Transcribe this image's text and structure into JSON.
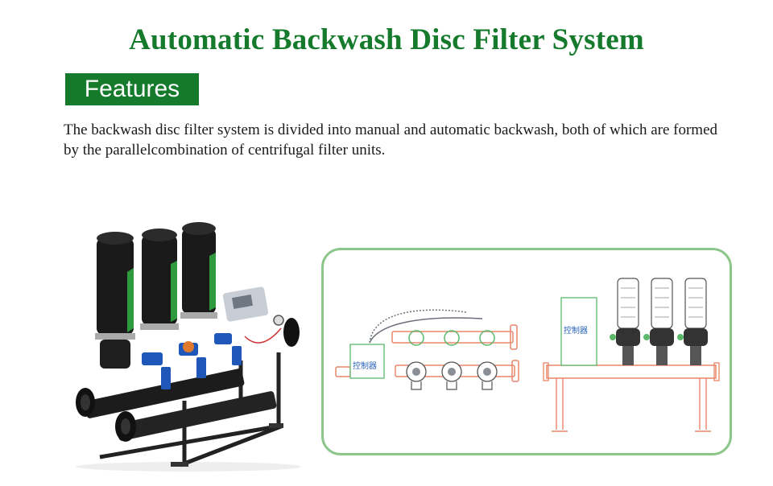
{
  "title": "Automatic Backwash Disc Filter System",
  "section_label": "Features",
  "description": "The backwash disc filter system is divided into manual and automatic backwash, both of which are formed by the parallelcombination of centrifugal filter units.",
  "diagram": {
    "controller_label_left": "控制器",
    "controller_label_right": "控制器"
  },
  "colors": {
    "brand_green": "#157a2c",
    "frame_green": "#8dc68b",
    "pipe_orange": "#e8866a",
    "valve_green": "#5bb86a"
  }
}
